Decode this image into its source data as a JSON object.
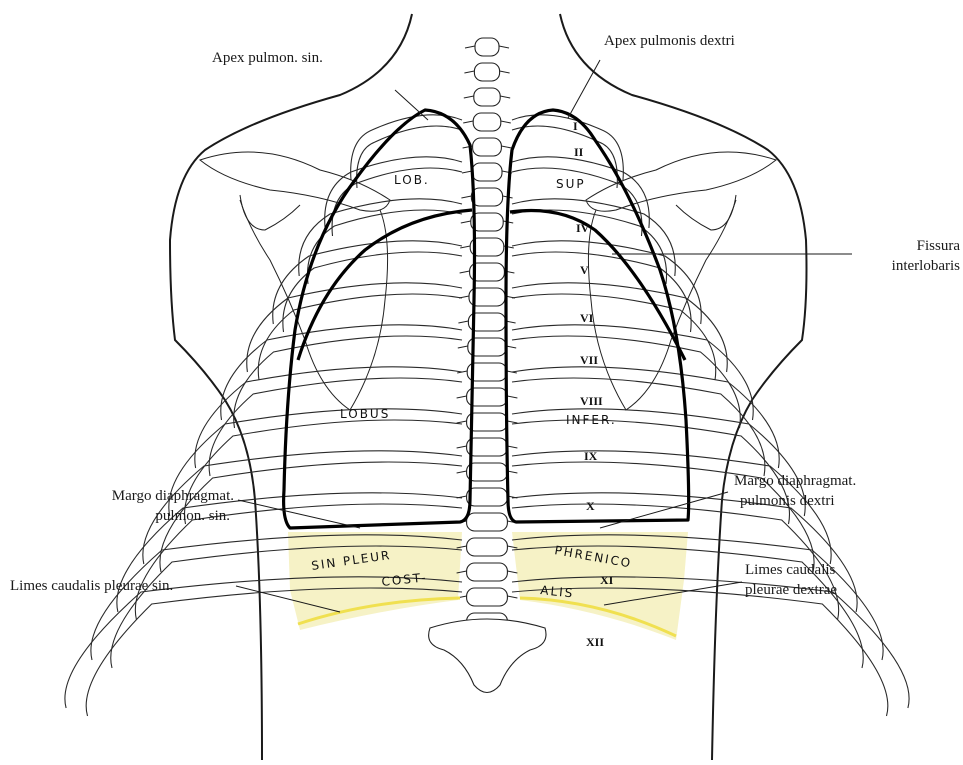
{
  "labels": {
    "apex_left": "Apex pulmon. sin.",
    "apex_right": "Apex pulmonis dextri",
    "fissura_1": "Fissura",
    "fissura_2": "interlobaris",
    "margo_left_1": "Margo diaphragmat.",
    "margo_left_2": "pulmon. sin.",
    "margo_right_1": "Margo diaphragmat.",
    "margo_right_2": "pulmonis dextri",
    "limes_left": "Limes caudalis pleurae sin.",
    "limes_right_1": "Limes caudalis",
    "limes_right_2": "pleurae dextrae"
  },
  "inline_labels": {
    "lob": "LOB.",
    "sup": "SUP",
    "lobus": "LOBUS",
    "infer": "INFER.",
    "sin_pleur": "SIN PLEUR",
    "phrenico": "PHRENICO",
    "cost": "COST-",
    "alis": "ALIS"
  },
  "rib_numerals": [
    "I",
    "II",
    "IV",
    "V",
    "VI",
    "VII",
    "VIII",
    "IX",
    "X",
    "XI",
    "XII"
  ],
  "colors": {
    "pleura_fill": "#f6f2c6",
    "limes_line": "#f0e050",
    "outline": "#000000"
  }
}
